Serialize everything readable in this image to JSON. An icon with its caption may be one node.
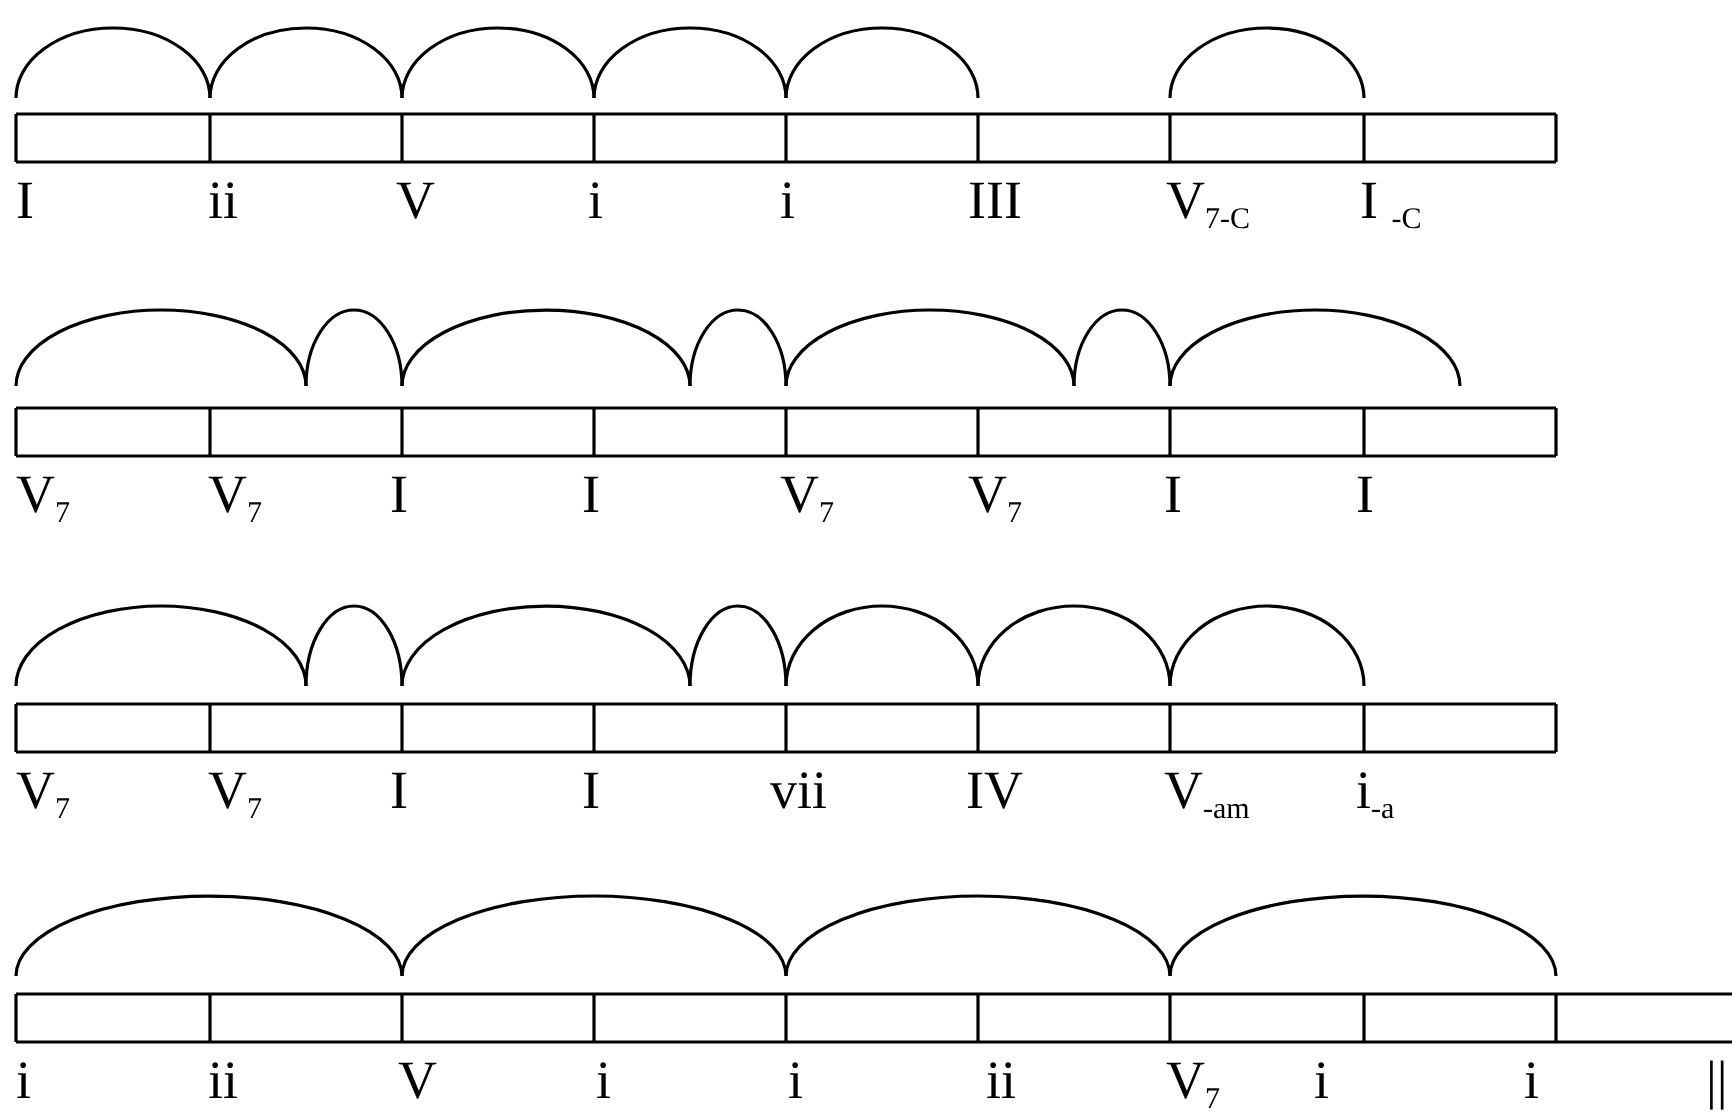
{
  "diagram": {
    "labels": [
      "I",
      "ii",
      "V",
      "i",
      "i",
      "III",
      "V$_{7-C}$",
      "I $_{-C}$",
      "V$_{7}$",
      "V$_{7}$",
      "I",
      "I",
      "V$_{7}$",
      "V$_{7}$",
      "I",
      "I",
      "V$_{7}$",
      "V$_{7}$",
      "I",
      "I",
      "vii",
      "IV",
      "V$_{-am}$",
      "i$_{-a}$",
      "i",
      "ii",
      "V",
      "i",
      "i",
      "ii",
      "V$_{7}$",
      "i",
      "i",
      "||"
    ]
  }
}
